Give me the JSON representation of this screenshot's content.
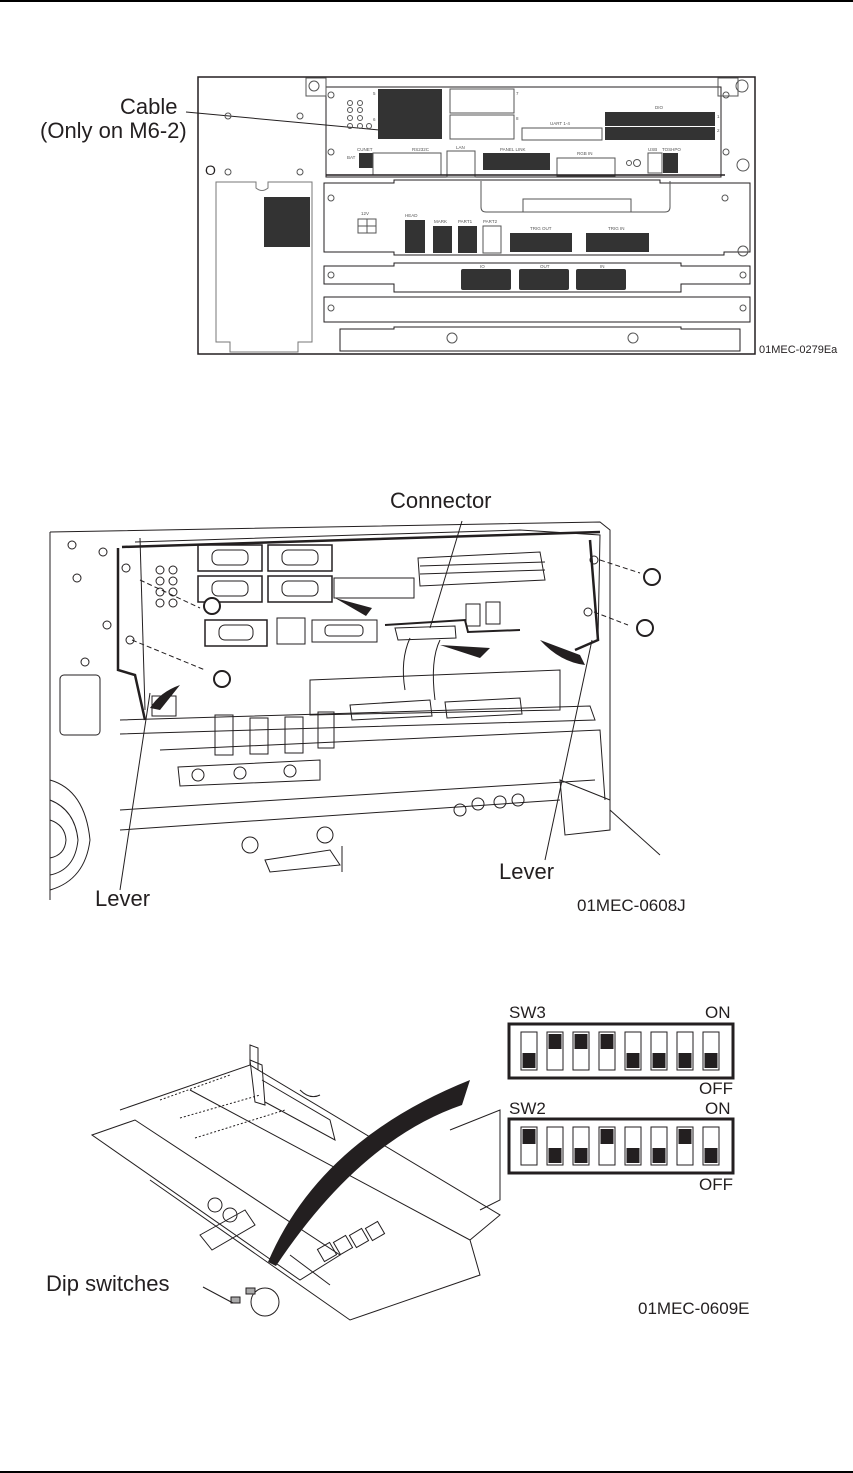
{
  "page": {
    "figures": [
      {
        "id": "01MEC-0279Ea",
        "callouts": {
          "cable_line1": "Cable",
          "cable_line2": "(Only on M6-2)"
        },
        "panel_labels": {
          "slot5": "5",
          "slot6": "6",
          "slot7": "7",
          "slot8": "8",
          "uart": "UART 1-4",
          "dio": "DIO",
          "dio1": "1",
          "dio2": "2",
          "cunet": "CUNET",
          "bat": "BAT",
          "rs232c": "RS232C",
          "lan": "LAN",
          "panel_link": "PANEL LINK",
          "rgb_in": "RGB IN",
          "usb": "USB",
          "tosh": "TOSHPO",
          "v12": "12V",
          "head": "HEAD",
          "mark": "MARK",
          "part1": "PART1",
          "part2": "PART2",
          "trig_out": "TRIG OUT",
          "trig_in": "TRIG IN",
          "io": "IO",
          "out": "OUT",
          "in": "IN"
        }
      },
      {
        "id": "01MEC-0608J",
        "callouts": {
          "connector": "Connector",
          "lever_left": "Lever",
          "lever_right": "Lever"
        }
      },
      {
        "id": "01MEC-0609E",
        "callouts": {
          "dip_switches": "Dip switches"
        },
        "switch_banks": [
          {
            "name": "SW3",
            "on_label": "ON",
            "off_label": "OFF",
            "positions": [
              "OFF",
              "ON",
              "ON",
              "ON",
              "OFF",
              "OFF",
              "OFF",
              "OFF"
            ]
          },
          {
            "name": "SW2",
            "on_label": "ON",
            "off_label": "OFF",
            "positions": [
              "ON",
              "OFF",
              "OFF",
              "ON",
              "OFF",
              "OFF",
              "ON",
              "OFF"
            ]
          }
        ]
      }
    ]
  }
}
